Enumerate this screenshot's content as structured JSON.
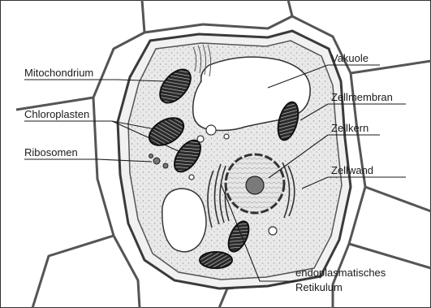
{
  "diagram": {
    "labels": {
      "mitochondrium": "Mitochondrium",
      "chloroplasten": "Chloroplasten",
      "ribosomen": "Ribosomen",
      "vakuole": "Vakuole",
      "zellmembran": "Zellmembran",
      "zellkern": "Zellkern",
      "zellwand": "Zellwand",
      "er_line1": "endoplasmatisches",
      "er_line2": "Retikulum"
    }
  }
}
